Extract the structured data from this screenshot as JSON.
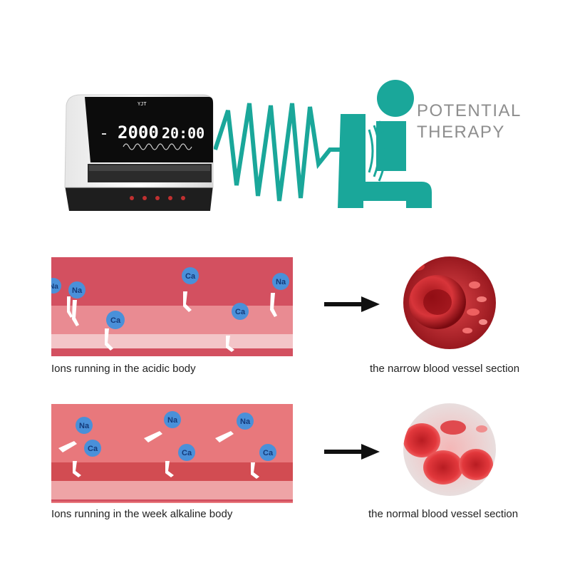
{
  "device": {
    "brand": "YJT",
    "lcd_digits_left": "2000",
    "lcd_digits_right": "20:00"
  },
  "therapy": {
    "title_line1": "POTENTIAL",
    "title_line2": "THERAPY"
  },
  "ions": {
    "sodium": "Na",
    "calcium": "Ca"
  },
  "captions": {
    "acidic": "Ions running in the acidic body",
    "narrow": "the narrow blood vessel section",
    "alkaline": "Ions running in the week alkaline body",
    "normal": "the normal blood vessel section"
  },
  "colors": {
    "teal": "#1aa79a",
    "ion_blue": "#4a90d9",
    "strip_red": "#d8505c",
    "blood_red": "#c8242c"
  }
}
